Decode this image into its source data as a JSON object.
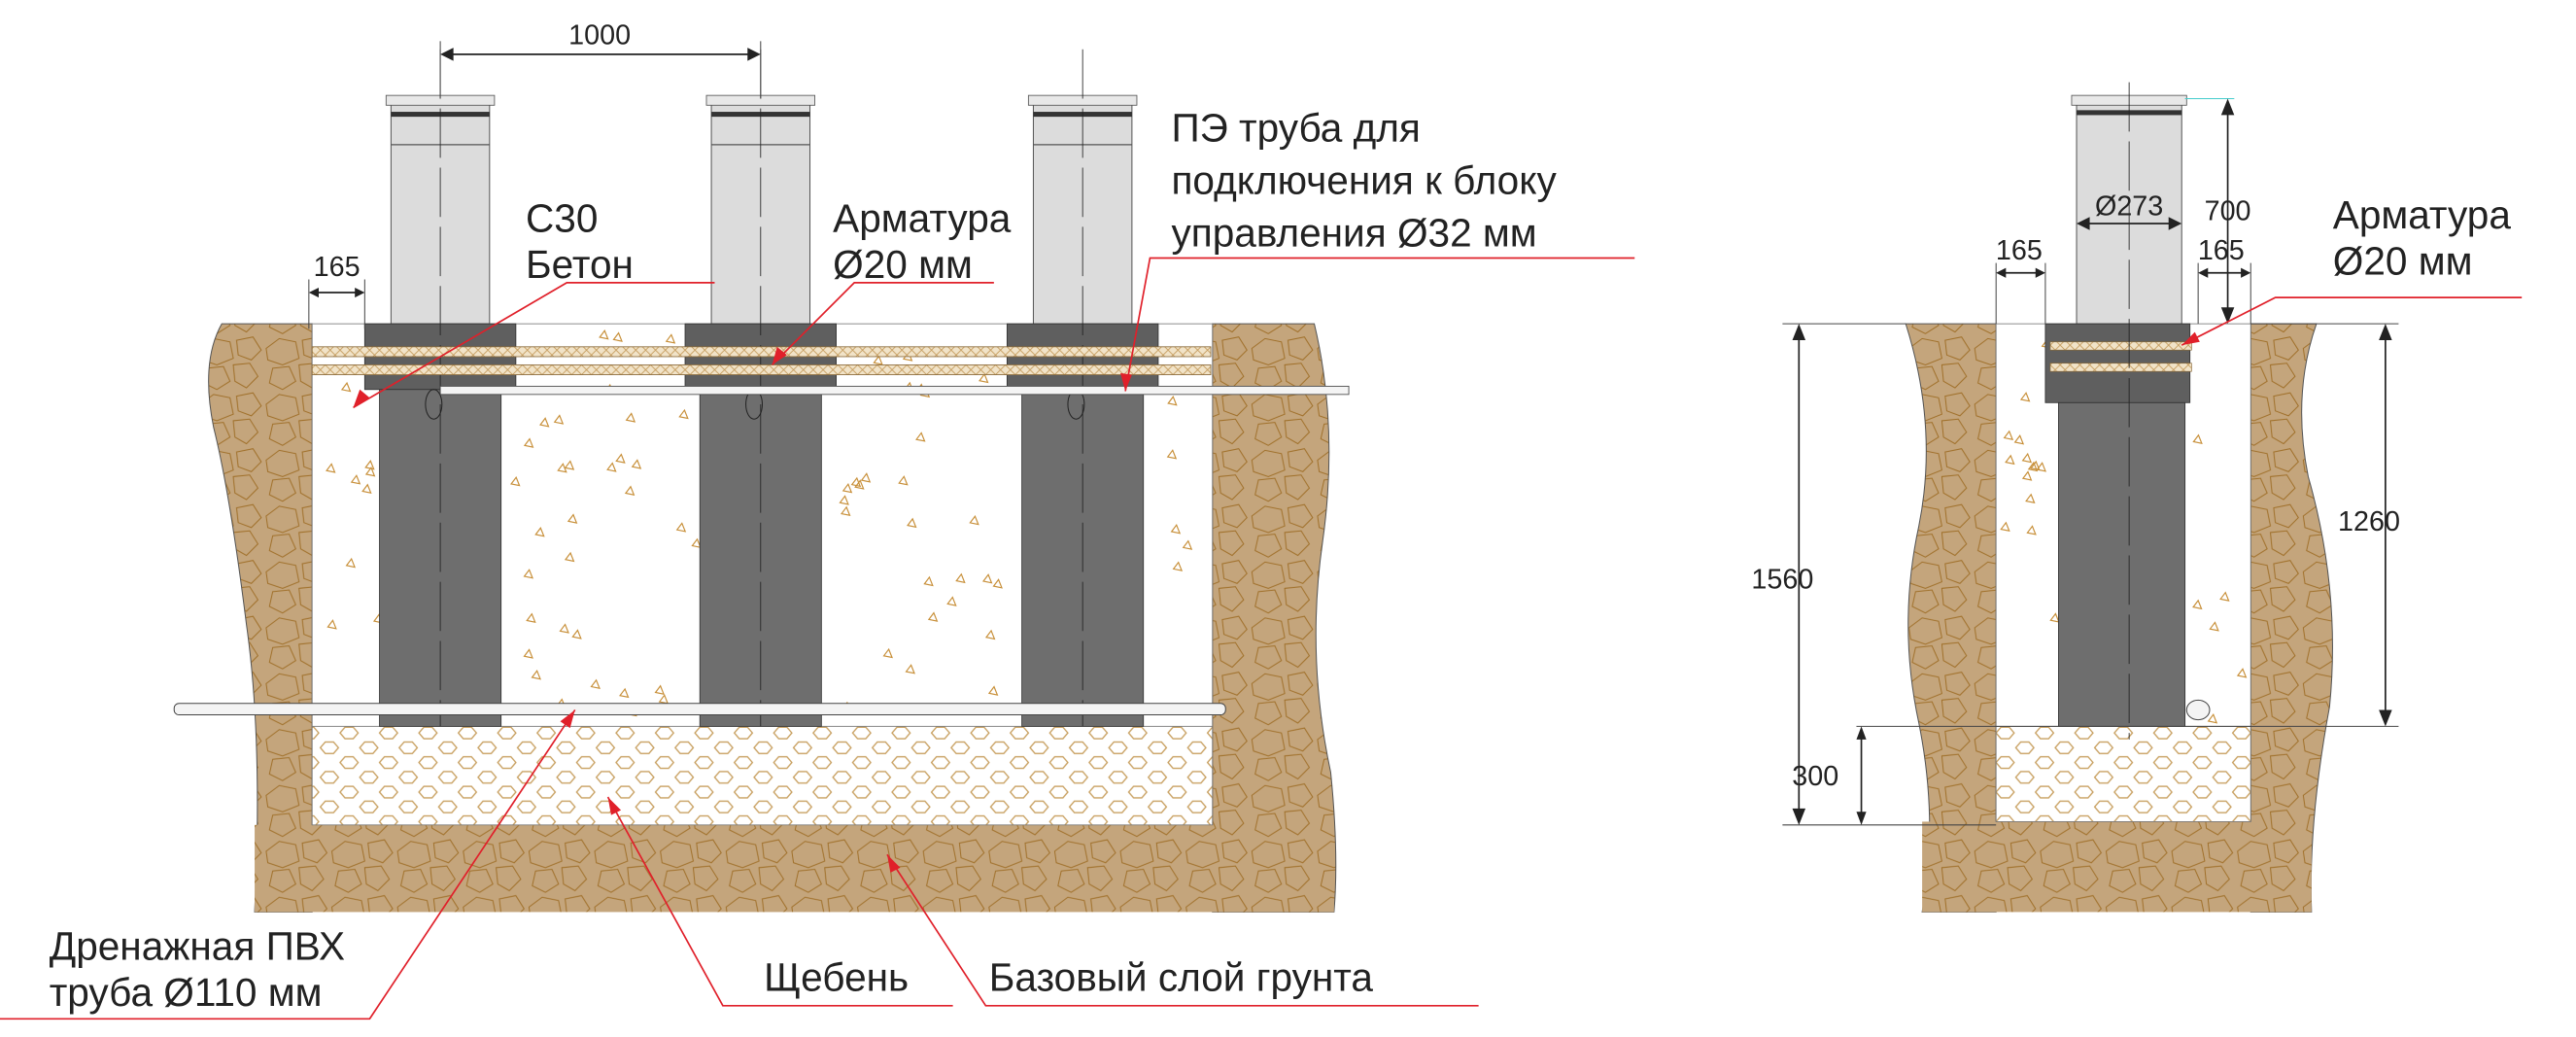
{
  "front_view": {
    "dimensions": {
      "spacing": "1000",
      "margin_left": "165"
    },
    "labels": {
      "concrete": [
        "C30",
        "Бетон"
      ],
      "rebar": [
        "Арматура",
        "Ø20 мм"
      ],
      "pe_pipe": [
        "ПЭ труба для",
        "подключения к блоку",
        "управления Ø32 мм"
      ],
      "drain_pipe": [
        "Дренажная ПВХ",
        "труба Ø110 мм"
      ],
      "gravel": "Щебень",
      "base_soil": "Базовый слой грунта"
    }
  },
  "side_view": {
    "dimensions": {
      "diameter": "Ø273",
      "height_above": "700",
      "margin_left": "165",
      "margin_right": "165",
      "total_depth": "1560",
      "bollard_depth": "1260",
      "gravel_depth": "300"
    },
    "labels": {
      "rebar": [
        "Арматура",
        "Ø20 мм"
      ]
    }
  },
  "colors": {
    "soil": "#c4a57c",
    "soil_stone": "#a0702a",
    "bollard_upper": "#dcdcdc",
    "bollard_body": "#6e6e6e",
    "leader": "#e0202a"
  }
}
